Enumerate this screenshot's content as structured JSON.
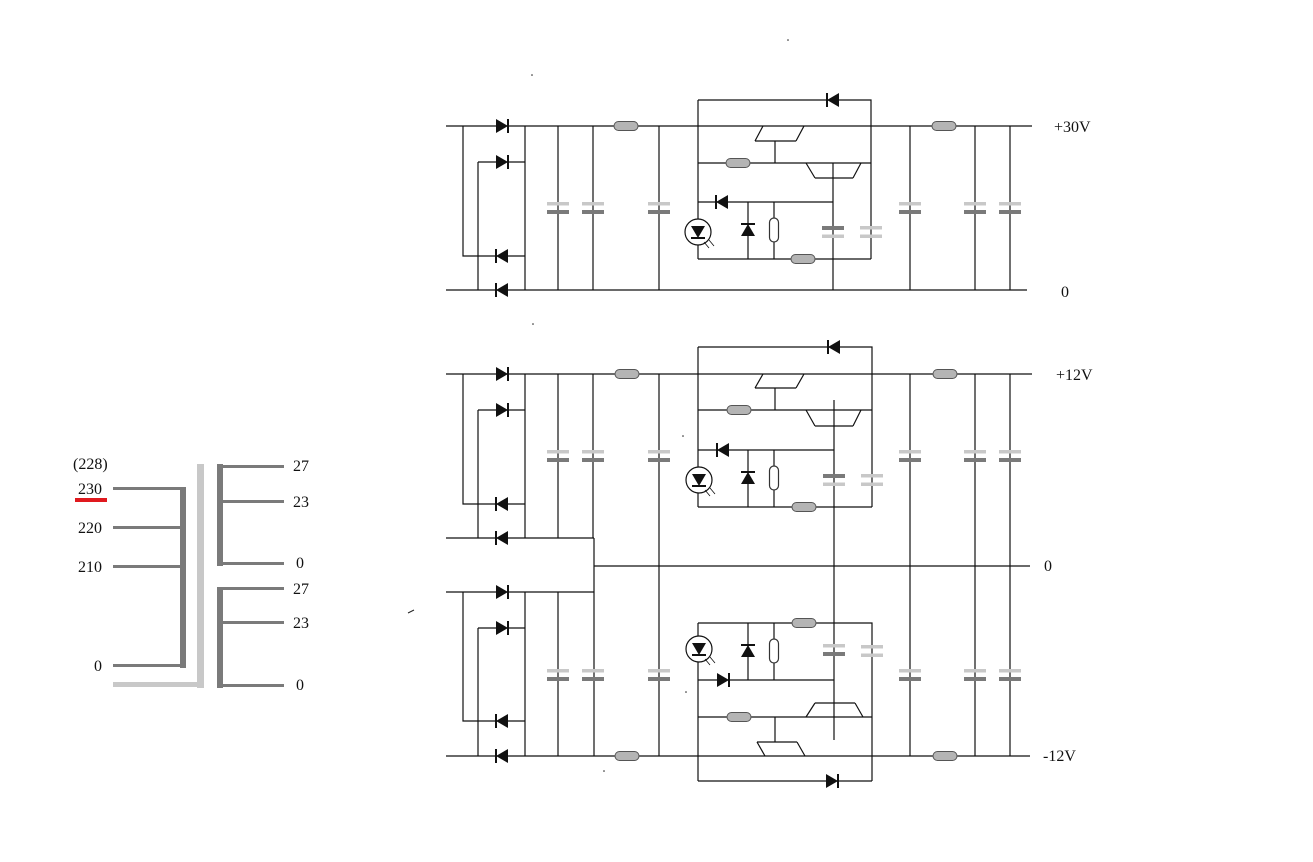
{
  "transformer": {
    "primary_taps": [
      "(228)",
      "230",
      "220",
      "210",
      "0"
    ],
    "secondary_upper": [
      "27",
      "23",
      "0"
    ],
    "secondary_lower": [
      "27",
      "23",
      "0"
    ]
  },
  "supplies": {
    "rail_30v": "+30V",
    "rail_30v_ground": "0",
    "rail_12v_pos": "+12V",
    "rail_12v_ground": "0",
    "rail_12v_neg": "-12V"
  },
  "colors": {
    "wire": "#111111",
    "winding_dark": "#7a7a7a",
    "winding_light": "#c8c8c8",
    "resistor": "#b4b4b4",
    "selected_tap": "#e0191e"
  }
}
